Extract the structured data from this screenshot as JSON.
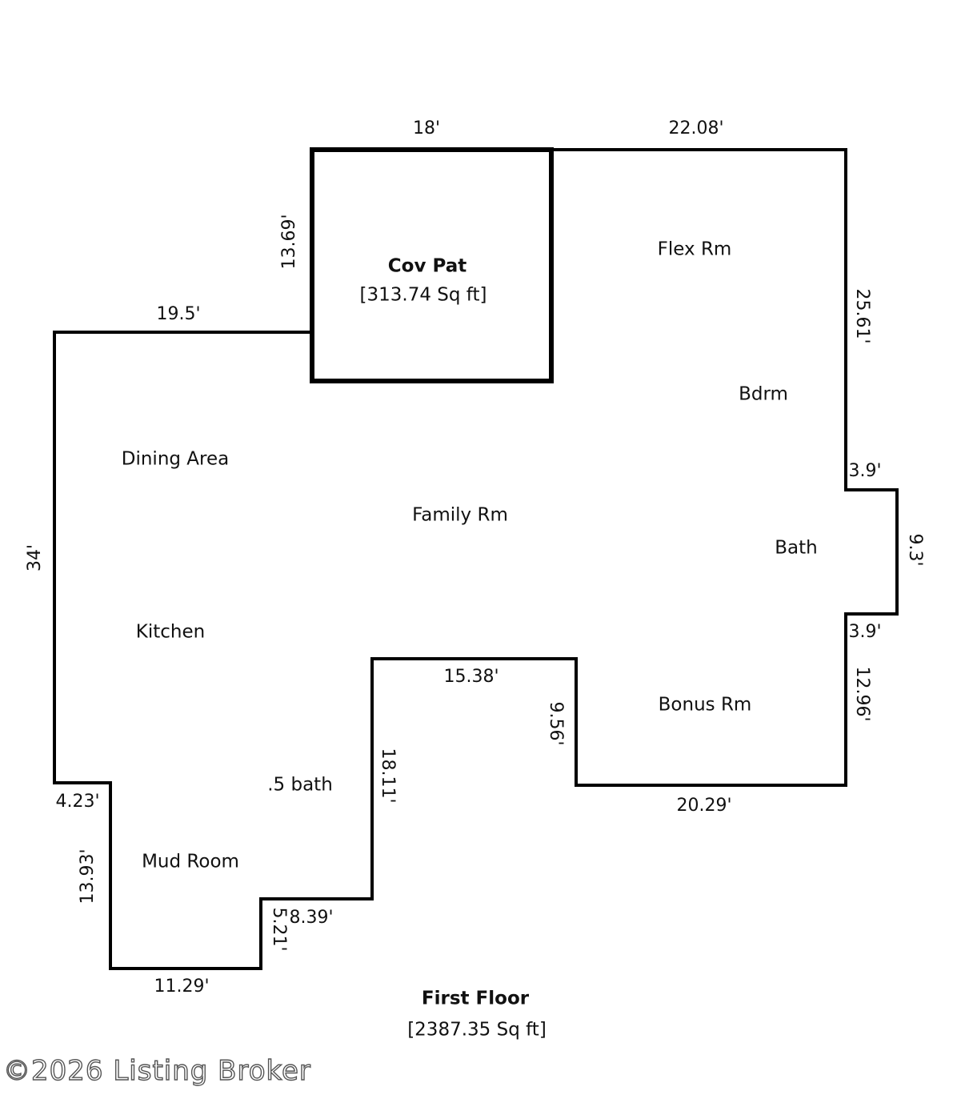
{
  "patio": {
    "name": "Cov Pat",
    "area": "[313.74 Sq ft]"
  },
  "floor": {
    "name": "First Floor",
    "area": "[2387.35 Sq ft]"
  },
  "rooms": {
    "flex": "Flex Rm",
    "bdrm": "Bdrm",
    "dining": "Dining Area",
    "family": "Family Rm",
    "bath": "Bath",
    "kitchen": "Kitchen",
    "bonus": "Bonus Rm",
    "half_bath": ".5 bath",
    "mud": "Mud Room"
  },
  "dimensions": {
    "patio_top": "18'",
    "top_right": "22.08'",
    "patio_left": "13.69'",
    "left_top": "19.5'",
    "right_upper": "25.61'",
    "bath_step_top": "3.9'",
    "bath_side": "9.3'",
    "bath_step_bottom": "3.9'",
    "right_lower": "12.96'",
    "left_side": "34'",
    "notch_top": "15.38'",
    "notch_right": "9.56'",
    "notch_left": "18.11'",
    "bottom_right": "20.29'",
    "mud_step": "4.23'",
    "mud_left": "13.93'",
    "step_top": "8.39'",
    "step_side": "5.21'",
    "bottom_left": "11.29'"
  },
  "watermark": "©2026 Listing Broker"
}
